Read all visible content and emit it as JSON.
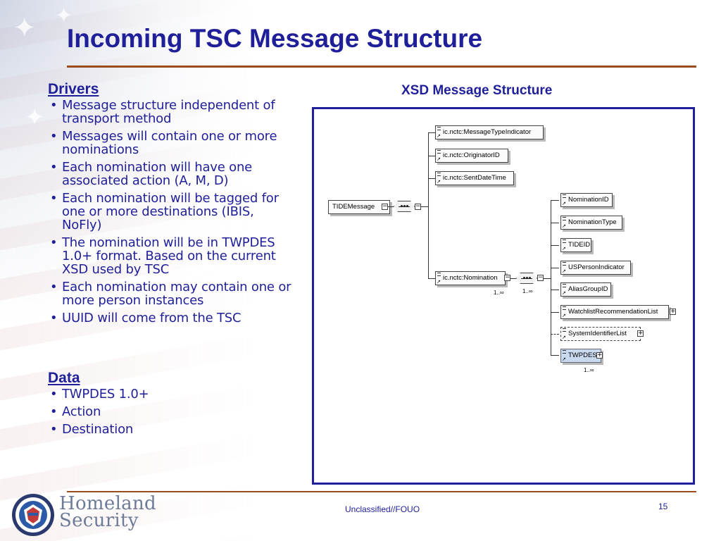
{
  "slide": {
    "title": "Incoming TSC Message Structure",
    "page_number": "15",
    "classification": "Unclassified//FOUO"
  },
  "drivers": {
    "heading": "Drivers",
    "items": [
      "Message structure independent of transport method",
      "Messages will contain one or more nominations",
      "Each nomination will have one associated action (A, M, D)",
      "Each nomination will be tagged for one or more destinations (IBIS, NoFly)",
      "The nomination will be in TWPDES 1.0+ format. Based on the current XSD used by TSC",
      "Each nomination may contain one or more person instances",
      "UUID will come from the TSC"
    ]
  },
  "data_section": {
    "heading": "Data",
    "items": [
      "TWPDES 1.0+",
      "Action",
      "Destination"
    ]
  },
  "diagram": {
    "caption": "XSD Message Structure",
    "root": "TIDEMessage",
    "top_level": [
      "ic.nctc:MessageTypeIndicator",
      "ic.nctc:OriginatorID",
      "ic.nctc:SentDateTime",
      "ic.nctc:Nomination"
    ],
    "nomination_children": [
      "NominationID",
      "NominationType",
      "TIDEID",
      "USPersonIndicator",
      "AliasGroupID",
      "WatchlistRecommendationList",
      "SystemIdentifierList",
      "TWPDES"
    ],
    "cardinality": [
      "1..∞",
      "1..∞",
      "1..∞"
    ]
  },
  "logo": {
    "line1": "Homeland",
    "line2": "Security"
  },
  "colors": {
    "title": "#1f1f99",
    "rule": "#9b4c1c",
    "frame": "#1f1f99",
    "highlight": "#c9d9ef"
  }
}
